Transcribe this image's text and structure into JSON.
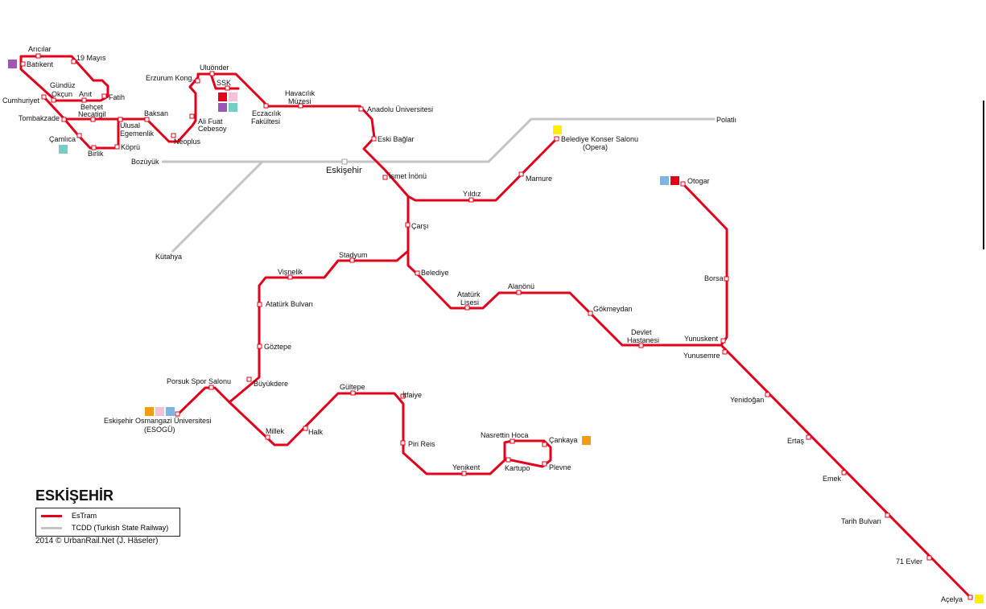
{
  "title": "ESKİŞEHİR",
  "legend": [
    {
      "label": "EsTram",
      "color": "#e3001b"
    },
    {
      "label": "TCDD (Turkish State Railway)",
      "color": "#c4c4c4"
    }
  ],
  "credit": "2014 © UrbanRail.Net (J. Häseler)",
  "colors": {
    "tram": "#e3001b",
    "rail": "#c4c4c4",
    "sq_purple": "#9b59b6",
    "sq_teal": "#76cdc8",
    "sq_red": "#e3001b",
    "sq_pink": "#f6c0d8",
    "sq_orange": "#f39c12",
    "sq_blue": "#7fb3e0",
    "sq_yellow": "#ffee00"
  },
  "rail_stations": [
    "Eskişehir",
    "Bozüyük",
    "Polatlı",
    "Kütahya"
  ],
  "stations": [
    "Arıcılar",
    "19 Mayıs",
    "Batıkent",
    "Gündüz Okçun",
    "Anıt",
    "Fatih",
    "Cumhuriyet",
    "Behçet Necatigil",
    "Tombakzade",
    "Ulusal Egemenlik",
    "Çamlıca",
    "Köprü",
    "Birlik",
    "Baksan",
    "Neoplus",
    "Ali Fuat Cebesoy",
    "Erzurum Kong.",
    "Uluönder",
    "SSK",
    "Eczacılık Fakültesi",
    "Havacılık Müzesi",
    "Anadolu Üniversitesi",
    "Eski Bağlar",
    "İsmet İnönü",
    "Yıldız",
    "Mamure",
    "Belediye Konser Salonu (Opera)",
    "Çarşı",
    "Belediye",
    "Stadyum",
    "Vişnelik",
    "Atatürk Bulvarı",
    "Göztepe",
    "Büyükdere",
    "Porsuk Spor Salonu",
    "Eskişehir Osmangazi Üniversitesi (ESOGÜ)",
    "Millek",
    "Halk",
    "Gültepe",
    "İtfaiye",
    "Piri Reis",
    "Yenikent",
    "Nasrettin Hoca",
    "Çankaya",
    "Kartupo",
    "Plevne",
    "Atatürk Lisesi",
    "Alanönü",
    "Gökmeydan",
    "Devlet Hastanesi",
    "Yunuskent",
    "Yunusemre",
    "Borsa",
    "Otogar",
    "Yenidoğan",
    "Ertaş",
    "Emek",
    "Tarih Bulvarı",
    "71 Evler",
    "Açelya"
  ]
}
